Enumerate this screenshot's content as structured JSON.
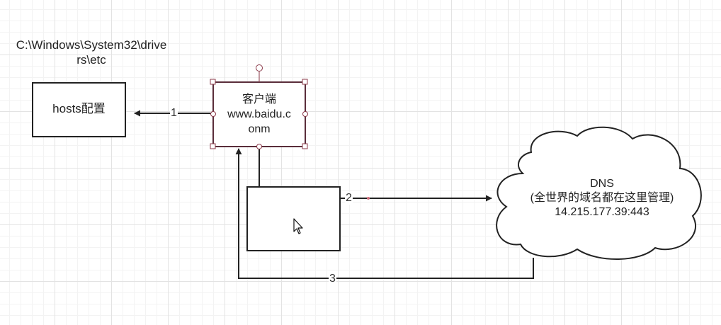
{
  "path_label": "C:\\Windows\\System32\\drivers\\etc",
  "nodes": {
    "hosts": {
      "label": "hosts配置"
    },
    "client": {
      "title": "客户端",
      "url_line1": "www.baidu.c",
      "url_line2": "onm"
    },
    "dns": {
      "title": "DNS",
      "subtitle": "(全世界的域名都在这里管理)",
      "address": "14.215.177.39:443"
    }
  },
  "edges": {
    "e1": {
      "label": "1"
    },
    "e2": {
      "label": "2"
    },
    "e3": {
      "label": "3"
    }
  },
  "colors": {
    "stroke": "#222222",
    "selected_stroke": "#5a2d3a",
    "handle_stroke": "#8b3a4a"
  }
}
